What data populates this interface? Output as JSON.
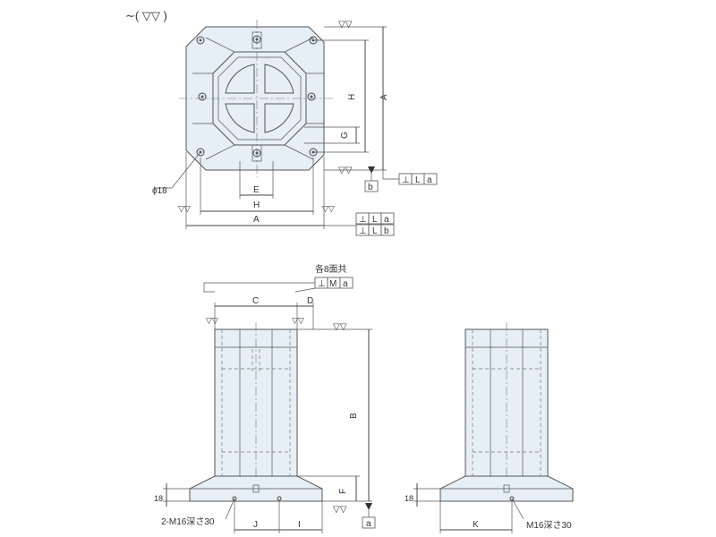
{
  "surface_symbol": "∼( ▽▽ )",
  "top_view": {
    "dims": {
      "A_h": "A",
      "H_h": "H",
      "E": "E",
      "A_v": "A",
      "H_v": "H",
      "G": "G"
    },
    "hole_note": "ϕ18",
    "datum_b": "b",
    "gt_right": {
      "sym": "⊥",
      "ref1": "L",
      "ref2": "a"
    },
    "gt_bottom": [
      {
        "sym": "⊥",
        "ref1": "L",
        "ref2": "a"
      },
      {
        "sym": "⊥",
        "ref1": "L",
        "ref2": "b"
      }
    ]
  },
  "front_view": {
    "note_all": "各8面共",
    "gt_top": {
      "sym": "⊥",
      "ref1": "M",
      "ref2": "a"
    },
    "dims": {
      "C": "C",
      "D": "D",
      "B": "B",
      "F": "F",
      "J": "J",
      "I": "I",
      "t18": "18"
    },
    "thread_note": "2-M16深さ30",
    "datum_a": "a"
  },
  "side_view": {
    "dims": {
      "K": "K",
      "t18": "18"
    },
    "thread_note": "M16深さ30"
  },
  "colors": {
    "body_fill": "#e6eef6",
    "stroke": "#555555"
  }
}
